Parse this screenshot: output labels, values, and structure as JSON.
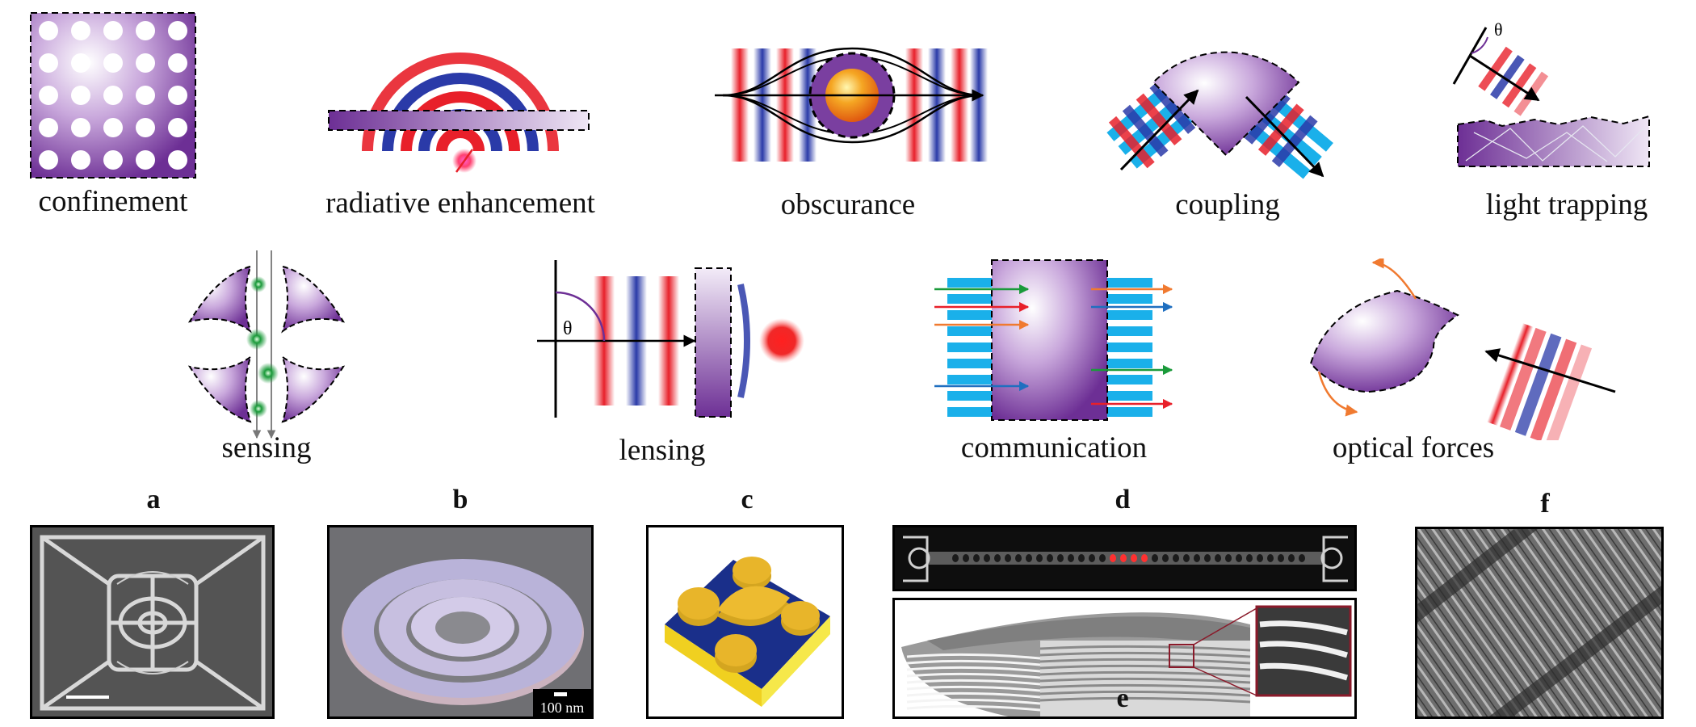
{
  "applications": {
    "confinement": "confinement",
    "radiative_enhancement": "radiative enhancement",
    "obscurance": "obscurance",
    "coupling": "coupling",
    "light_trapping": "light trapping",
    "sensing": "sensing",
    "lensing": "lensing",
    "communication": "communication",
    "optical_forces": "optical forces"
  },
  "angle_symbol": "θ",
  "panels": {
    "a": "a",
    "b": "b",
    "c": "c",
    "d": "d",
    "e": "e",
    "f": "f"
  },
  "scale_bar_b": "100 nm",
  "colors": {
    "purple": "#7a3fa0",
    "purple_light": "#e8dcf0",
    "wave_red": "#e8202a",
    "wave_blue": "#2a3aa8",
    "cyan": "#1ab0ea",
    "orange": "#f07a30",
    "green": "#1a9a3a",
    "gold": "#e8b020"
  }
}
